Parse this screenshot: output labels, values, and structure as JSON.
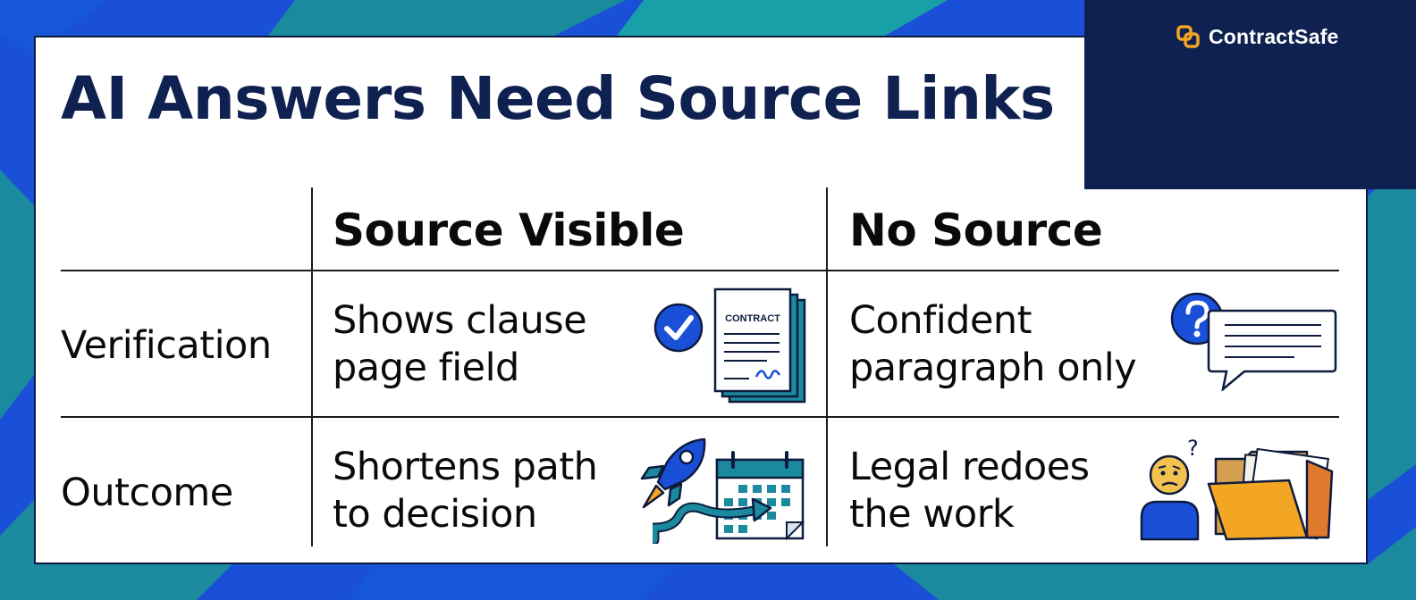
{
  "brand": {
    "name": "ContractSafe",
    "icon": "contractsafe-logo-icon"
  },
  "title": "AI Answers Need Source Links",
  "table": {
    "columns": [
      "Source Visible",
      "No Source"
    ],
    "rows": [
      {
        "label": "Verification",
        "source_visible": {
          "lines": [
            "Shows clause",
            "page field"
          ],
          "icons": [
            "checkmark-badge-icon",
            "contract-document-icon"
          ]
        },
        "no_source": {
          "lines": [
            "Confident",
            "paragraph only"
          ],
          "icons": [
            "question-mark-icon",
            "speech-bubble-icon"
          ]
        }
      },
      {
        "label": "Outcome",
        "source_visible": {
          "lines": [
            "Shortens path",
            "to decision"
          ],
          "icons": [
            "rocket-icon",
            "calendar-icon"
          ]
        },
        "no_source": {
          "lines": [
            "Legal redoes",
            "the work"
          ],
          "icons": [
            "confused-person-icon",
            "open-folder-icon"
          ]
        }
      }
    ]
  },
  "doc_label": "CONTRACT",
  "colors": {
    "navy": "#0f2150",
    "blue": "#1a4fd8",
    "teal": "#1b8a9e",
    "gold": "#f2a623"
  }
}
